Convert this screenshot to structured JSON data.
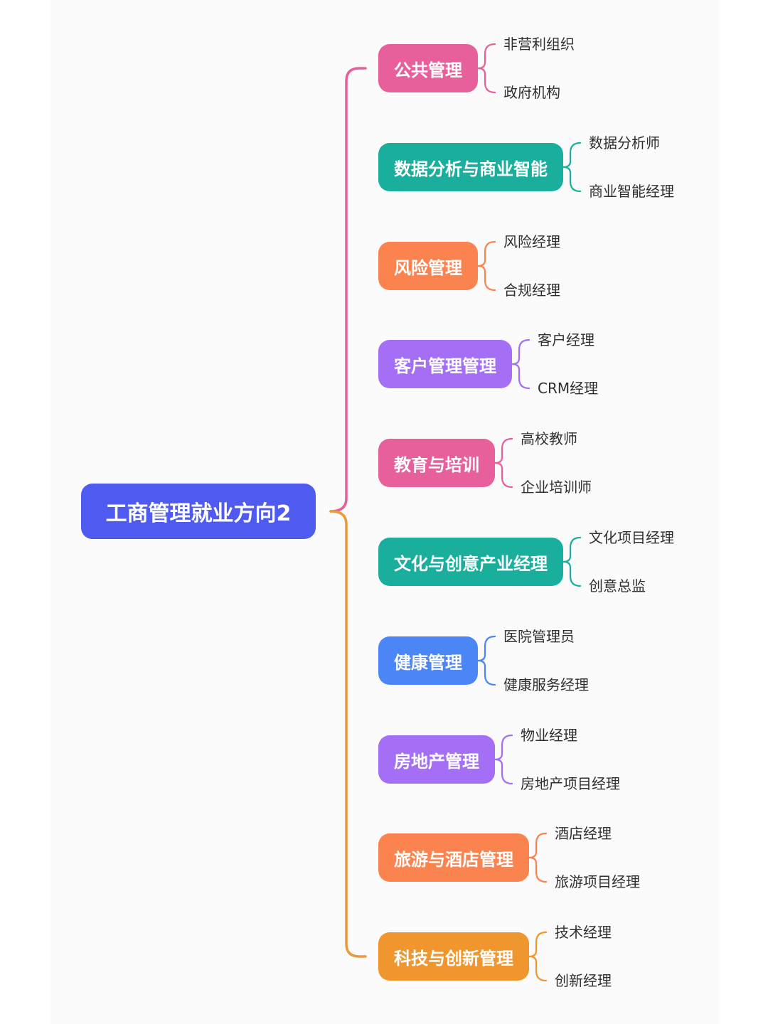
{
  "root": {
    "label": "工商管理就业方向2",
    "color": "#4f5bf0"
  },
  "branches": [
    {
      "label": "公共管理",
      "color": "#e8609b",
      "leaves": [
        "非营利组织",
        "政府机构"
      ]
    },
    {
      "label": "数据分析与商业智能",
      "color": "#1aaf9d",
      "leaves": [
        "数据分析师",
        "商业智能经理"
      ]
    },
    {
      "label": "风险管理",
      "color": "#fa8350",
      "leaves": [
        "风险经理",
        "合规经理"
      ]
    },
    {
      "label": "客户管理管理",
      "color": "#a46ef5",
      "leaves": [
        "客户经理",
        "CRM经理"
      ]
    },
    {
      "label": "教育与培训",
      "color": "#e8609b",
      "leaves": [
        "高校教师",
        "企业培训师"
      ]
    },
    {
      "label": "文化与创意产业经理",
      "color": "#1aaf9d",
      "leaves": [
        "文化项目经理",
        "创意总监"
      ]
    },
    {
      "label": "健康管理",
      "color": "#4a86f6",
      "leaves": [
        "医院管理员",
        "健康服务经理"
      ]
    },
    {
      "label": "房地产管理",
      "color": "#a46ef5",
      "leaves": [
        "物业经理",
        "房地产项目经理"
      ]
    },
    {
      "label": "旅游与酒店管理",
      "color": "#fa8350",
      "leaves": [
        "酒店经理",
        "旅游项目经理"
      ]
    },
    {
      "label": "科技与创新管理",
      "color": "#f0962e",
      "leaves": [
        "技术经理",
        "创新经理"
      ]
    }
  ],
  "trunk_colors": {
    "upper": "#e5609a",
    "lower": "#ea9a3a"
  }
}
